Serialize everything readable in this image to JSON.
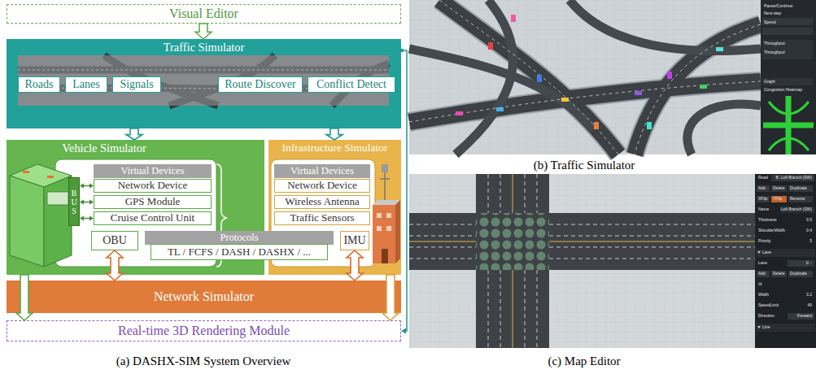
{
  "diagram": {
    "nodes": [
      {
        "text": [
          "Visual Editor"
        ]
      },
      {
        "text": [
          "Traffic Simulator"
        ]
      },
      {
        "text": [
          "Roads"
        ],
        "in": 1
      },
      {
        "text": [
          "Lanes"
        ],
        "in": 1
      },
      {
        "text": [
          "Signals"
        ],
        "in": 1
      },
      {
        "text": [
          "Route Discover"
        ],
        "in": 1
      },
      {
        "text": [
          "Conflict Detect"
        ],
        "in": 1
      },
      {
        "text": [
          "Vehicle Simulator"
        ]
      },
      {
        "text": [
          "Virtual Devices"
        ],
        "in": 7
      },
      {
        "text": [
          "Network Device"
        ],
        "in": 7
      },
      {
        "text": [
          "GPS Module"
        ],
        "in": 7
      },
      {
        "text": [
          "Cruise Control Unit"
        ],
        "in": 7
      },
      {
        "text": [
          "BUS"
        ],
        "in": 7
      },
      {
        "text": [
          "OBU"
        ],
        "in": 7
      },
      {
        "text": [
          "Infrastructure Simulator"
        ]
      },
      {
        "text": [
          "Virtual Devices"
        ],
        "in": 14
      },
      {
        "text": [
          "Network Device"
        ],
        "in": 14
      },
      {
        "text": [
          "Wireless Antenna"
        ],
        "in": 14
      },
      {
        "text": [
          "Traffic Sensors"
        ],
        "in": 14
      },
      {
        "text": [
          "IMU"
        ],
        "in": 14
      },
      {
        "text": [
          "Protocols"
        ]
      },
      {
        "text": [
          "TL / FCFS / DASH / DASHX / ..."
        ]
      },
      {
        "text": [
          "Network Simulator"
        ]
      },
      {
        "text": [
          "Real-time 3D Rendering Module"
        ]
      }
    ],
    "edges": [
      {
        "from": 0,
        "to": 1,
        "arrow": "to"
      },
      {
        "from": 1,
        "to": 7,
        "arrow": "to"
      },
      {
        "from": 1,
        "to": 14,
        "arrow": "to"
      },
      {
        "from": 1,
        "to": 23,
        "arrow": "to"
      },
      {
        "from": 7,
        "to": 23,
        "arrow": "to"
      },
      {
        "from": 14,
        "to": 23,
        "arrow": "to"
      },
      {
        "from": 13,
        "to": 22,
        "arrow": "both"
      },
      {
        "from": 19,
        "to": 22,
        "arrow": "both"
      },
      {
        "from": 12,
        "to": 9,
        "arrow": "both"
      },
      {
        "from": 12,
        "to": 10,
        "arrow": "both"
      },
      {
        "from": 12,
        "to": 11,
        "arrow": "both"
      }
    ],
    "labels": [
      "(a) DASHX-SIM System Overview",
      "(b) Traffic Simulator",
      "(c) Map Editor",
      "Pause/Continue",
      "Next step",
      "Speed",
      "Throughput",
      "Throughput",
      "Graph",
      "Congestion Heatmap",
      "Road",
      "B: Left Branch (SW)",
      "Add",
      "Delete",
      "Duplicate",
      "XFlip",
      "YFlip",
      "Reverse",
      "Name",
      "Left Branch (SW)",
      "Thickness",
      "0.5",
      "ShoulderWidth",
      "0.4",
      "Priority",
      "5",
      "Lane",
      "Lane",
      "0: -",
      "Add",
      "Delete",
      "Duplicate",
      "Id",
      "Width",
      "3.2",
      "SpeedLimit",
      "40",
      "Direction",
      "Forward",
      "Line"
    ]
  }
}
